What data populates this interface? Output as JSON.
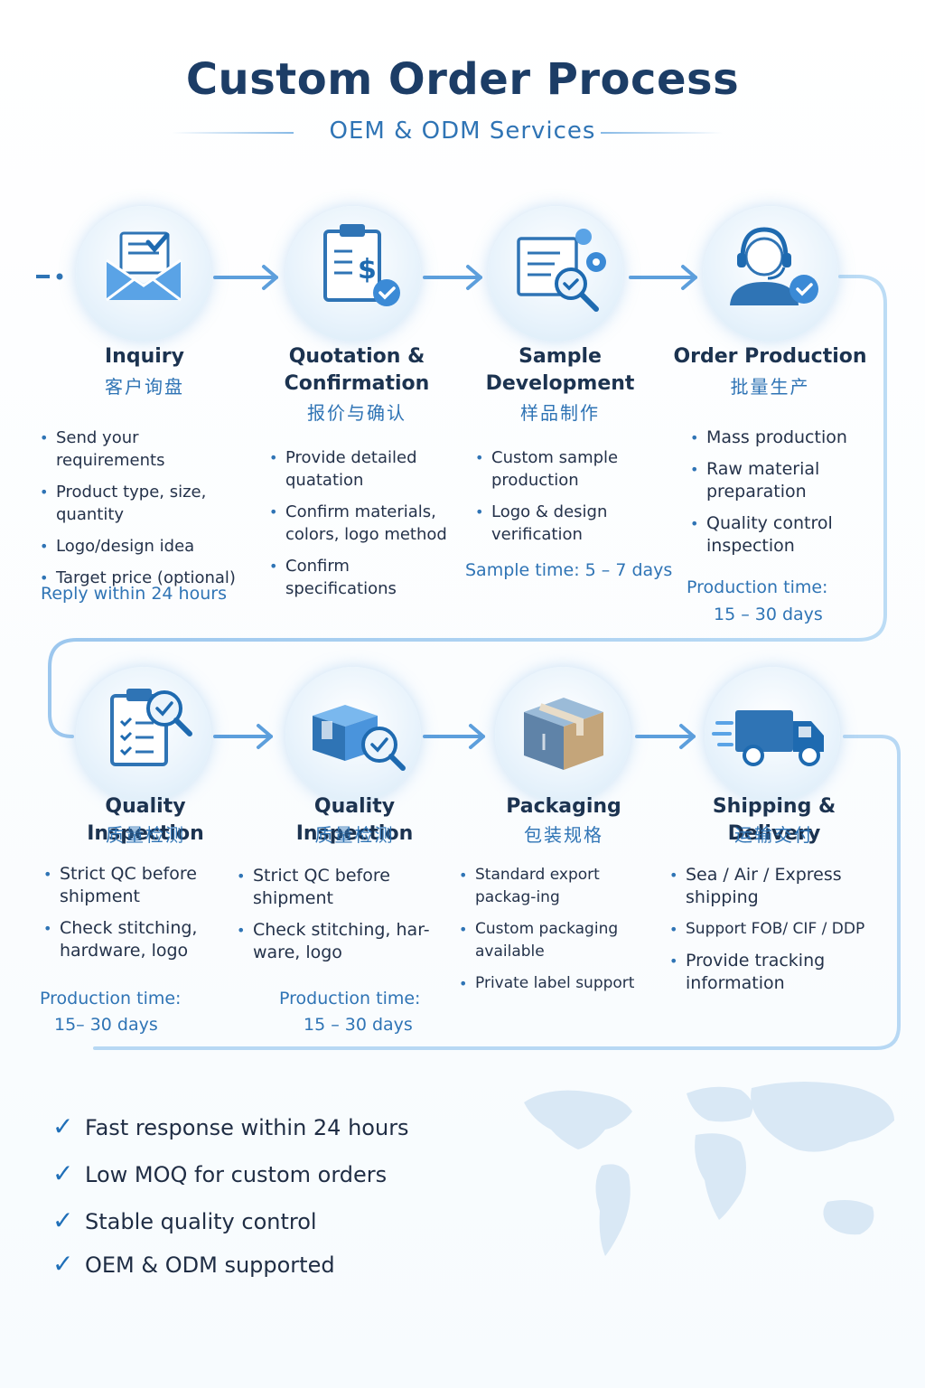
{
  "header": {
    "title": "Custom Order Process",
    "subtitle": "OEM & ODM Services"
  },
  "steps": [
    {
      "title": "Inquiry",
      "zh": "客户询盘",
      "icon": "envelope-icon",
      "bullets": [
        "Send your requirements",
        "Product type, size, quantity",
        "Logo/design idea",
        "Target price (optional)"
      ],
      "note": [
        "Reply within 24 hours"
      ]
    },
    {
      "title": "Quotation & Confirmation",
      "zh": "报价与确认",
      "icon": "quotation-clipboard-icon",
      "bullets": [
        "Provide detailed quatation",
        "Confirm materials, colors, logo method",
        "Confirm specifications"
      ],
      "note": []
    },
    {
      "title": "Sample Development",
      "zh": "样品制作",
      "icon": "sample-document-icon",
      "bullets": [
        "Custom sample production",
        "Logo & design verification"
      ],
      "note": [
        "Sample time: 5 – 7 days"
      ]
    },
    {
      "title": "Order Production",
      "zh": "批量生产",
      "icon": "support-agent-icon",
      "bullets": [
        "Mass production",
        "Raw material preparation",
        "Quality control inspection"
      ],
      "note": [
        "Production time:",
        "15 – 30 days"
      ]
    },
    {
      "title": "Quality Inspection",
      "zh": "质量检测",
      "icon": "checklist-magnifier-icon",
      "bullets": [
        "Strict QC before shipment",
        "Check stitching, hardware, logo"
      ],
      "note": [
        "Production time:",
        "15– 30 days"
      ]
    },
    {
      "title": "Quality Inspection",
      "zh": "质量检测",
      "icon": "box-magnifier-icon",
      "bullets": [
        "Strict QC before shipment",
        "Check stitching, har-ware, logo"
      ],
      "note": [
        "Production time:",
        "15 – 30 days"
      ]
    },
    {
      "title": "Packaging",
      "zh": "包装规格",
      "icon": "package-box-icon",
      "bullets": [
        "Standard export packag-ing",
        "Custom packaging available",
        "Private label support"
      ],
      "note": []
    },
    {
      "title": "Shipping & Delivery",
      "zh": "运输交付",
      "icon": "delivery-truck-icon",
      "bullets": [
        "Sea / Air / Express shipping",
        "Support FOB/ CIF / DDP",
        "Provide tracking information"
      ],
      "note": []
    }
  ],
  "features": [
    "Fast response within 24 hours",
    "Low MOQ for custom orders",
    "Stable quality control",
    "OEM & ODM supported"
  ],
  "colors": {
    "primary": "#2f74b5",
    "dark": "#1c3d66",
    "light": "#d8eaf8",
    "flow_line": "#a9cff0",
    "box_tan": "#c4a57a"
  }
}
